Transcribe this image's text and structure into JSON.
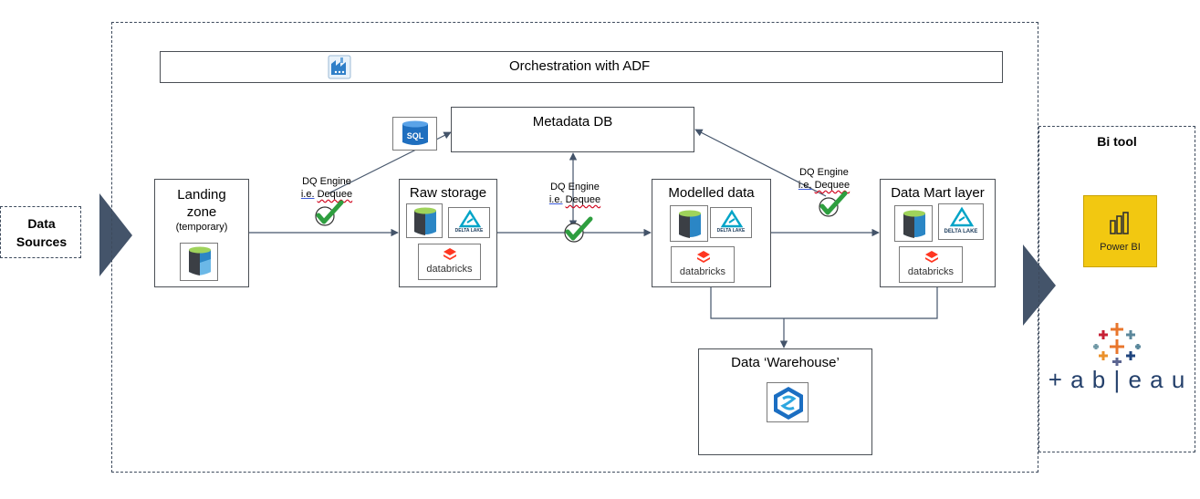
{
  "data_sources": {
    "line1": "Data",
    "line2": "Sources"
  },
  "orchestration": {
    "label": "Orchestration with ADF",
    "icon": "data-factory-icon"
  },
  "metadata_db": {
    "label": "Metadata DB",
    "icon": "sql-database-icon",
    "icon_text": "SQL"
  },
  "dq_engine": {
    "line1": "DQ Engine",
    "ie": "i.e.",
    "dequee": "Dequee"
  },
  "stages": {
    "landing": {
      "line1": "Landing",
      "line2": "zone",
      "line3": "(temporary)"
    },
    "raw": {
      "label": "Raw storage"
    },
    "modelled": {
      "label": "Modelled data"
    },
    "datamart": {
      "label": "Data Mart layer"
    }
  },
  "warehouse": {
    "label": "Data ‘Warehouse’",
    "icon": "synapse-icon"
  },
  "logos": {
    "delta_lake": "DELTA LAKE",
    "databricks": "databricks"
  },
  "bi_tool": {
    "title": "Bi tool",
    "power_bi": "Power BI",
    "tableau": "+ a b | e a u"
  },
  "colors": {
    "arrow_chevron": "#44546a",
    "power_bi_yellow": "#f2c811",
    "check_green": "#2e9e3f",
    "storage_blue": "#2b86c5",
    "databricks_red": "#ff3621"
  }
}
